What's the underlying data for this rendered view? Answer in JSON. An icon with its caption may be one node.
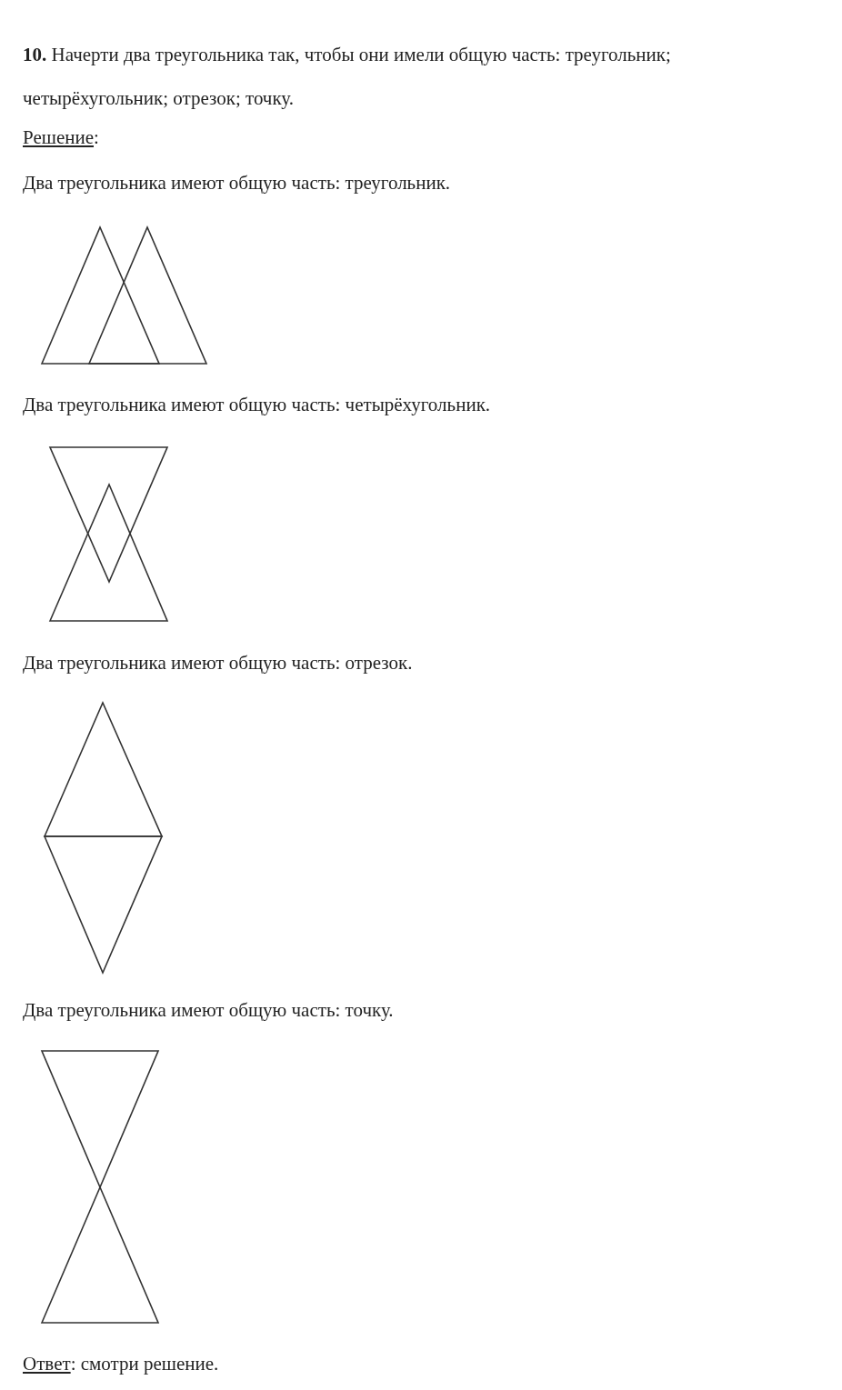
{
  "diagram": {
    "labels": [
      "**10.** Начерти два треугольника так, чтобы они имели общую часть: треугольник; четырёхугольник; отрезок; точку.",
      "Решение:",
      "Два треугольника имеют общую часть: треугольник.",
      "Два треугольника имеют общую часть: четырёхугольник.",
      "Два треугольника имеют общую часть: отрезок.",
      "Два треугольника имеют общую часть: точку.",
      "Ответ: смотри решение."
    ]
  }
}
